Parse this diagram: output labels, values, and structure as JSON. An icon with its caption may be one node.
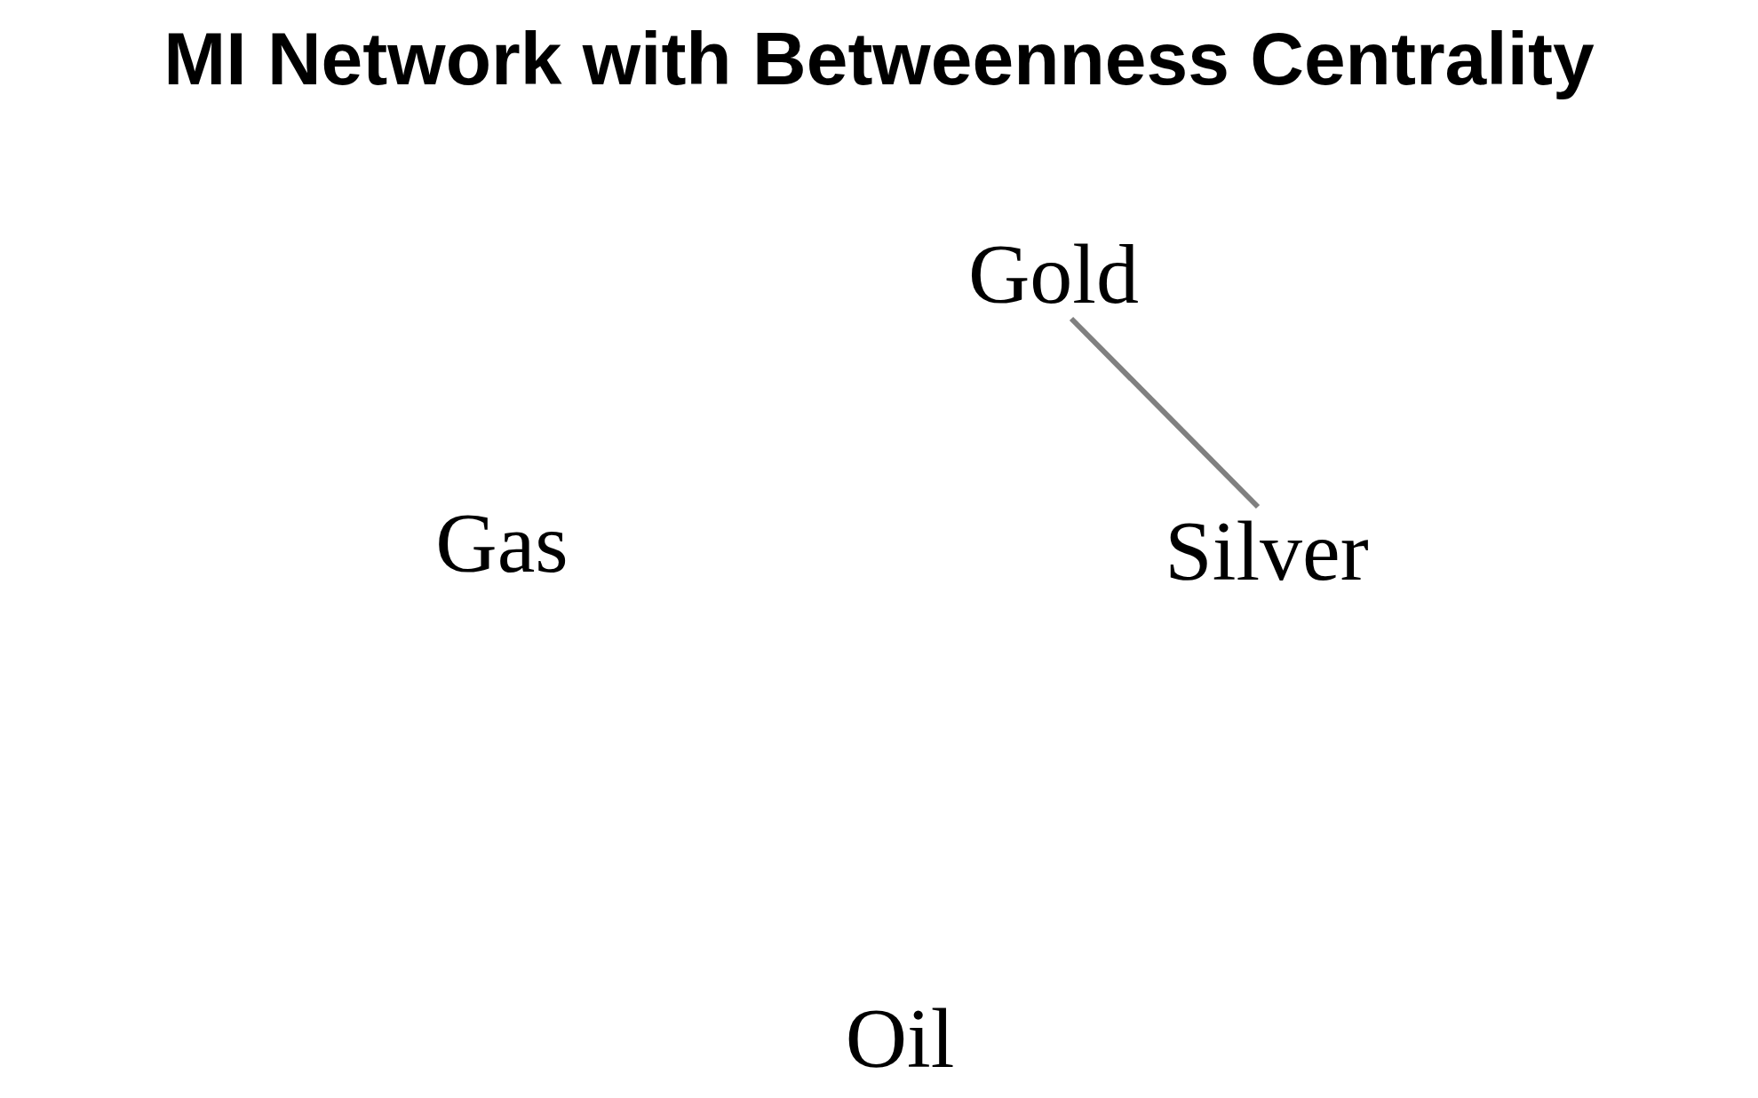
{
  "diagram": {
    "title": "MI Network with Betweenness Centrality",
    "nodes": [
      {
        "text": [
          "Gold"
        ]
      },
      {
        "text": [
          "Gas"
        ]
      },
      {
        "text": [
          "Silver"
        ]
      },
      {
        "text": [
          "Oil"
        ]
      }
    ],
    "edges": [
      {
        "from": 0,
        "to": 2,
        "arrow": "none"
      }
    ]
  }
}
